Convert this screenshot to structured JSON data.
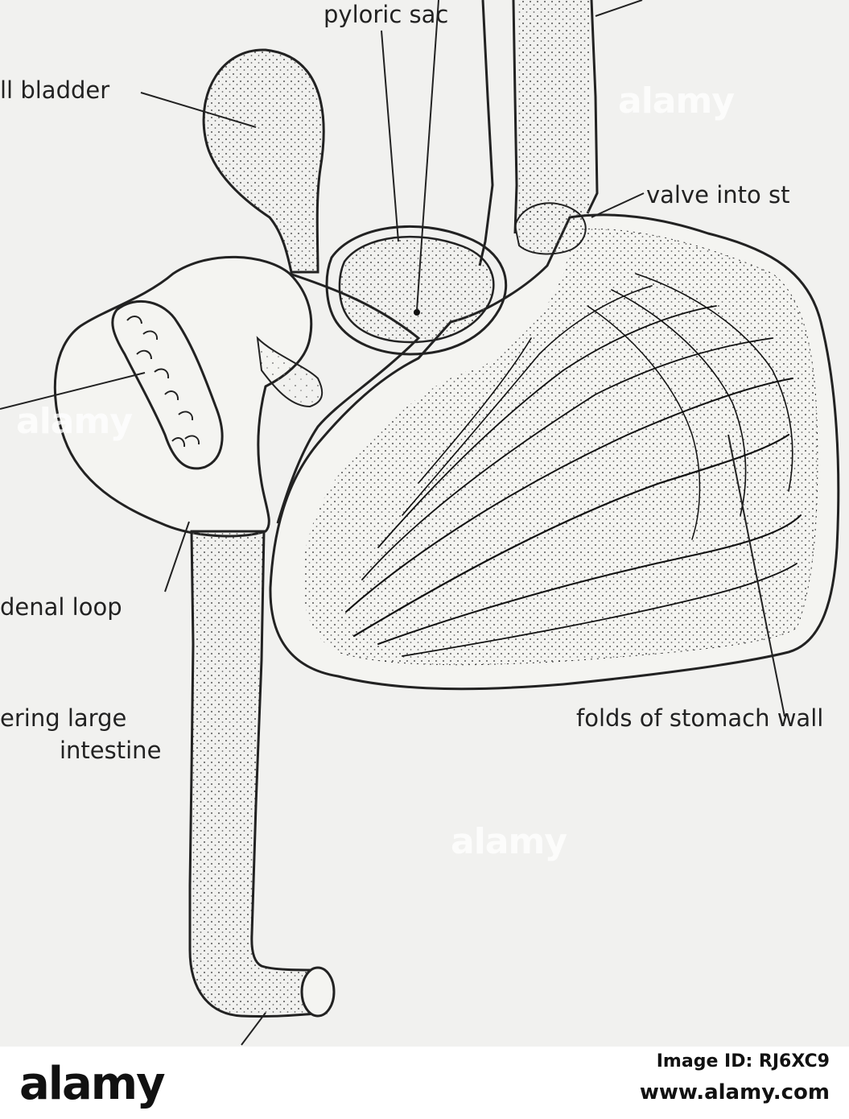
{
  "labels": {
    "pyloric_sac": "pyloric sac",
    "gall_bladder": "ll bladder",
    "valve": "valve into st",
    "duodenal_loop": "denal loop",
    "large_intestine_1": "ering large",
    "large_intestine_2": "intestine",
    "stomach_folds": "folds of stomach wall"
  },
  "watermark": {
    "text": "alamy"
  },
  "footer": {
    "logo": "alamy",
    "image_id": "Image ID: RJ6XC9",
    "url": "www.alamy.com"
  }
}
